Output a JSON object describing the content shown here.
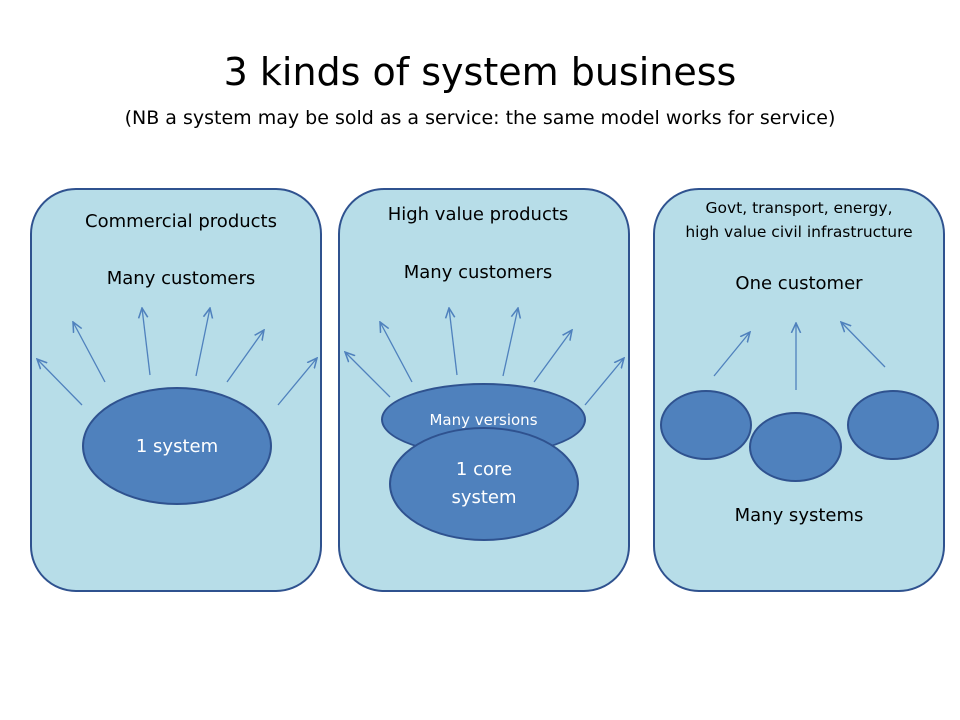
{
  "title": "3 kinds of system business",
  "subtitle": "(NB a system may be sold as a service: the same model works for service)",
  "panels": [
    {
      "heading": "Commercial products",
      "customers": "Many customers",
      "system": "1 system"
    },
    {
      "heading": "High value products",
      "customers": "Many customers",
      "versions": "Many versions",
      "core_line1": "1 core",
      "core_line2": "system"
    },
    {
      "heading_line1": "Govt, transport, energy,",
      "heading_line2": "high value civil infrastructure",
      "customers": "One customer",
      "systems": "Many systems"
    }
  ],
  "colors": {
    "panel_fill": "#b7dde8",
    "panel_border": "#2f528f",
    "oval_fill": "#4f81bd",
    "arrow": "#4f81bd"
  }
}
